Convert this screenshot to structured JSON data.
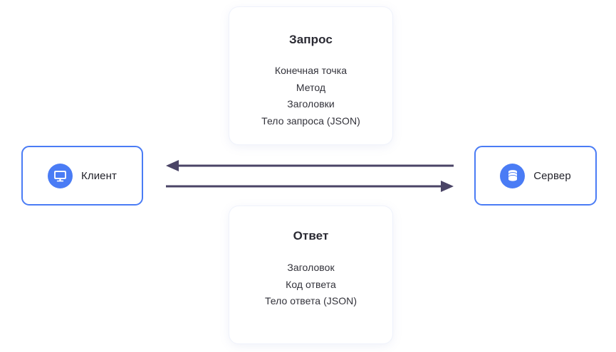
{
  "diagram": {
    "title_hidden": "",
    "colors": {
      "background": "#ffffff",
      "node_border": "#4a7cf5",
      "node_icon_circle": "#4a7cf5",
      "arrow": "#4a4466",
      "card_text": "#32323a",
      "card_title": "#2a2a33"
    },
    "nodes": [
      {
        "id": "client",
        "label": "Клиент",
        "icon": "monitor-icon"
      },
      {
        "id": "server",
        "label": "Сервер",
        "icon": "database-icon"
      }
    ],
    "cards": [
      {
        "id": "request",
        "title": "Запрос",
        "items": [
          "Конечная точка",
          "Метод",
          "Заголовки",
          "Тело запроса (JSON)"
        ]
      },
      {
        "id": "response",
        "title": "Ответ",
        "items": [
          "Заголовок",
          "Код ответа",
          "Тело ответа (JSON)"
        ]
      }
    ],
    "arrows": [
      {
        "id": "response-arrow",
        "direction": "left",
        "from": "server",
        "to": "client"
      },
      {
        "id": "request-arrow",
        "direction": "right",
        "from": "client",
        "to": "server"
      }
    ]
  }
}
